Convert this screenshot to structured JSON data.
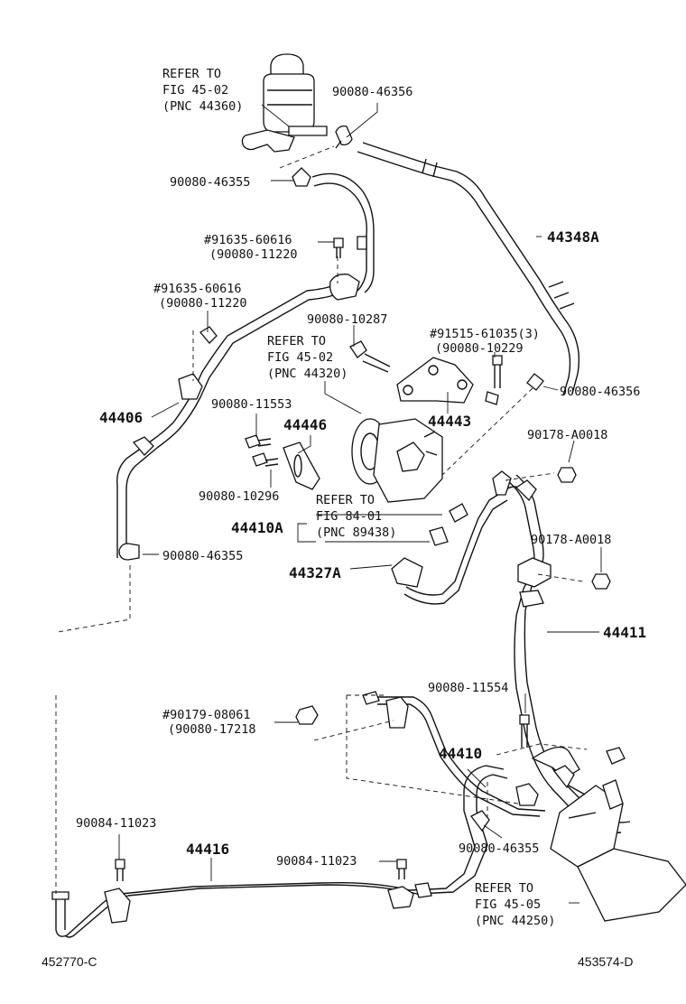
{
  "labels": {
    "refer_reservoir": [
      "REFER TO",
      "FIG 45-02",
      "(PNC 44360)"
    ],
    "c_90080_46356_top": "90080-46356",
    "c_90080_46355_top": "90080-46355",
    "c_44348A": "44348A",
    "c_91635_60616_a": "#91635-60616",
    "c_90080_11220_a": "(90080-11220",
    "c_91635_60616_b": "#91635-60616",
    "c_90080_11220_b": "(90080-11220",
    "c_90080_10287": "90080-10287",
    "refer_pump": [
      "REFER TO",
      "FIG 45-02",
      "(PNC 44320)"
    ],
    "c_91515_61035": "#91515-61035(3)",
    "c_90080_10229": "(90080-10229",
    "c_90080_46356_mid": "90080-46356",
    "c_44406": "44406",
    "c_90080_11553": "90080-11553",
    "c_44446": "44446",
    "c_44443": "44443",
    "c_90178_A0018_a": "90178-A0018",
    "c_90080_10296": "90080-10296",
    "refer_switch": [
      "REFER TO",
      "FIG 84-01",
      "(PNC 89438)"
    ],
    "c_44410A": "44410A",
    "c_90080_46355_mid": "90080-46355",
    "c_90178_A0018_b": "90178-A0018",
    "c_44327A": "44327A",
    "c_44411": "44411",
    "c_90080_11554": "90080-11554",
    "c_90179_08061": "#90179-08061",
    "c_90080_17218": "(90080-17218",
    "c_44410": "44410",
    "c_90084_11023_a": "90084-11023",
    "c_44416": "44416",
    "c_90084_11023_b": "90084-11023",
    "c_90080_46355_bot": "90080-46355",
    "refer_gear": [
      "REFER TO",
      "FIG 45-05",
      "(PNC 44250)"
    ],
    "footer_left": "452770-C",
    "footer_right": "453574-D"
  }
}
